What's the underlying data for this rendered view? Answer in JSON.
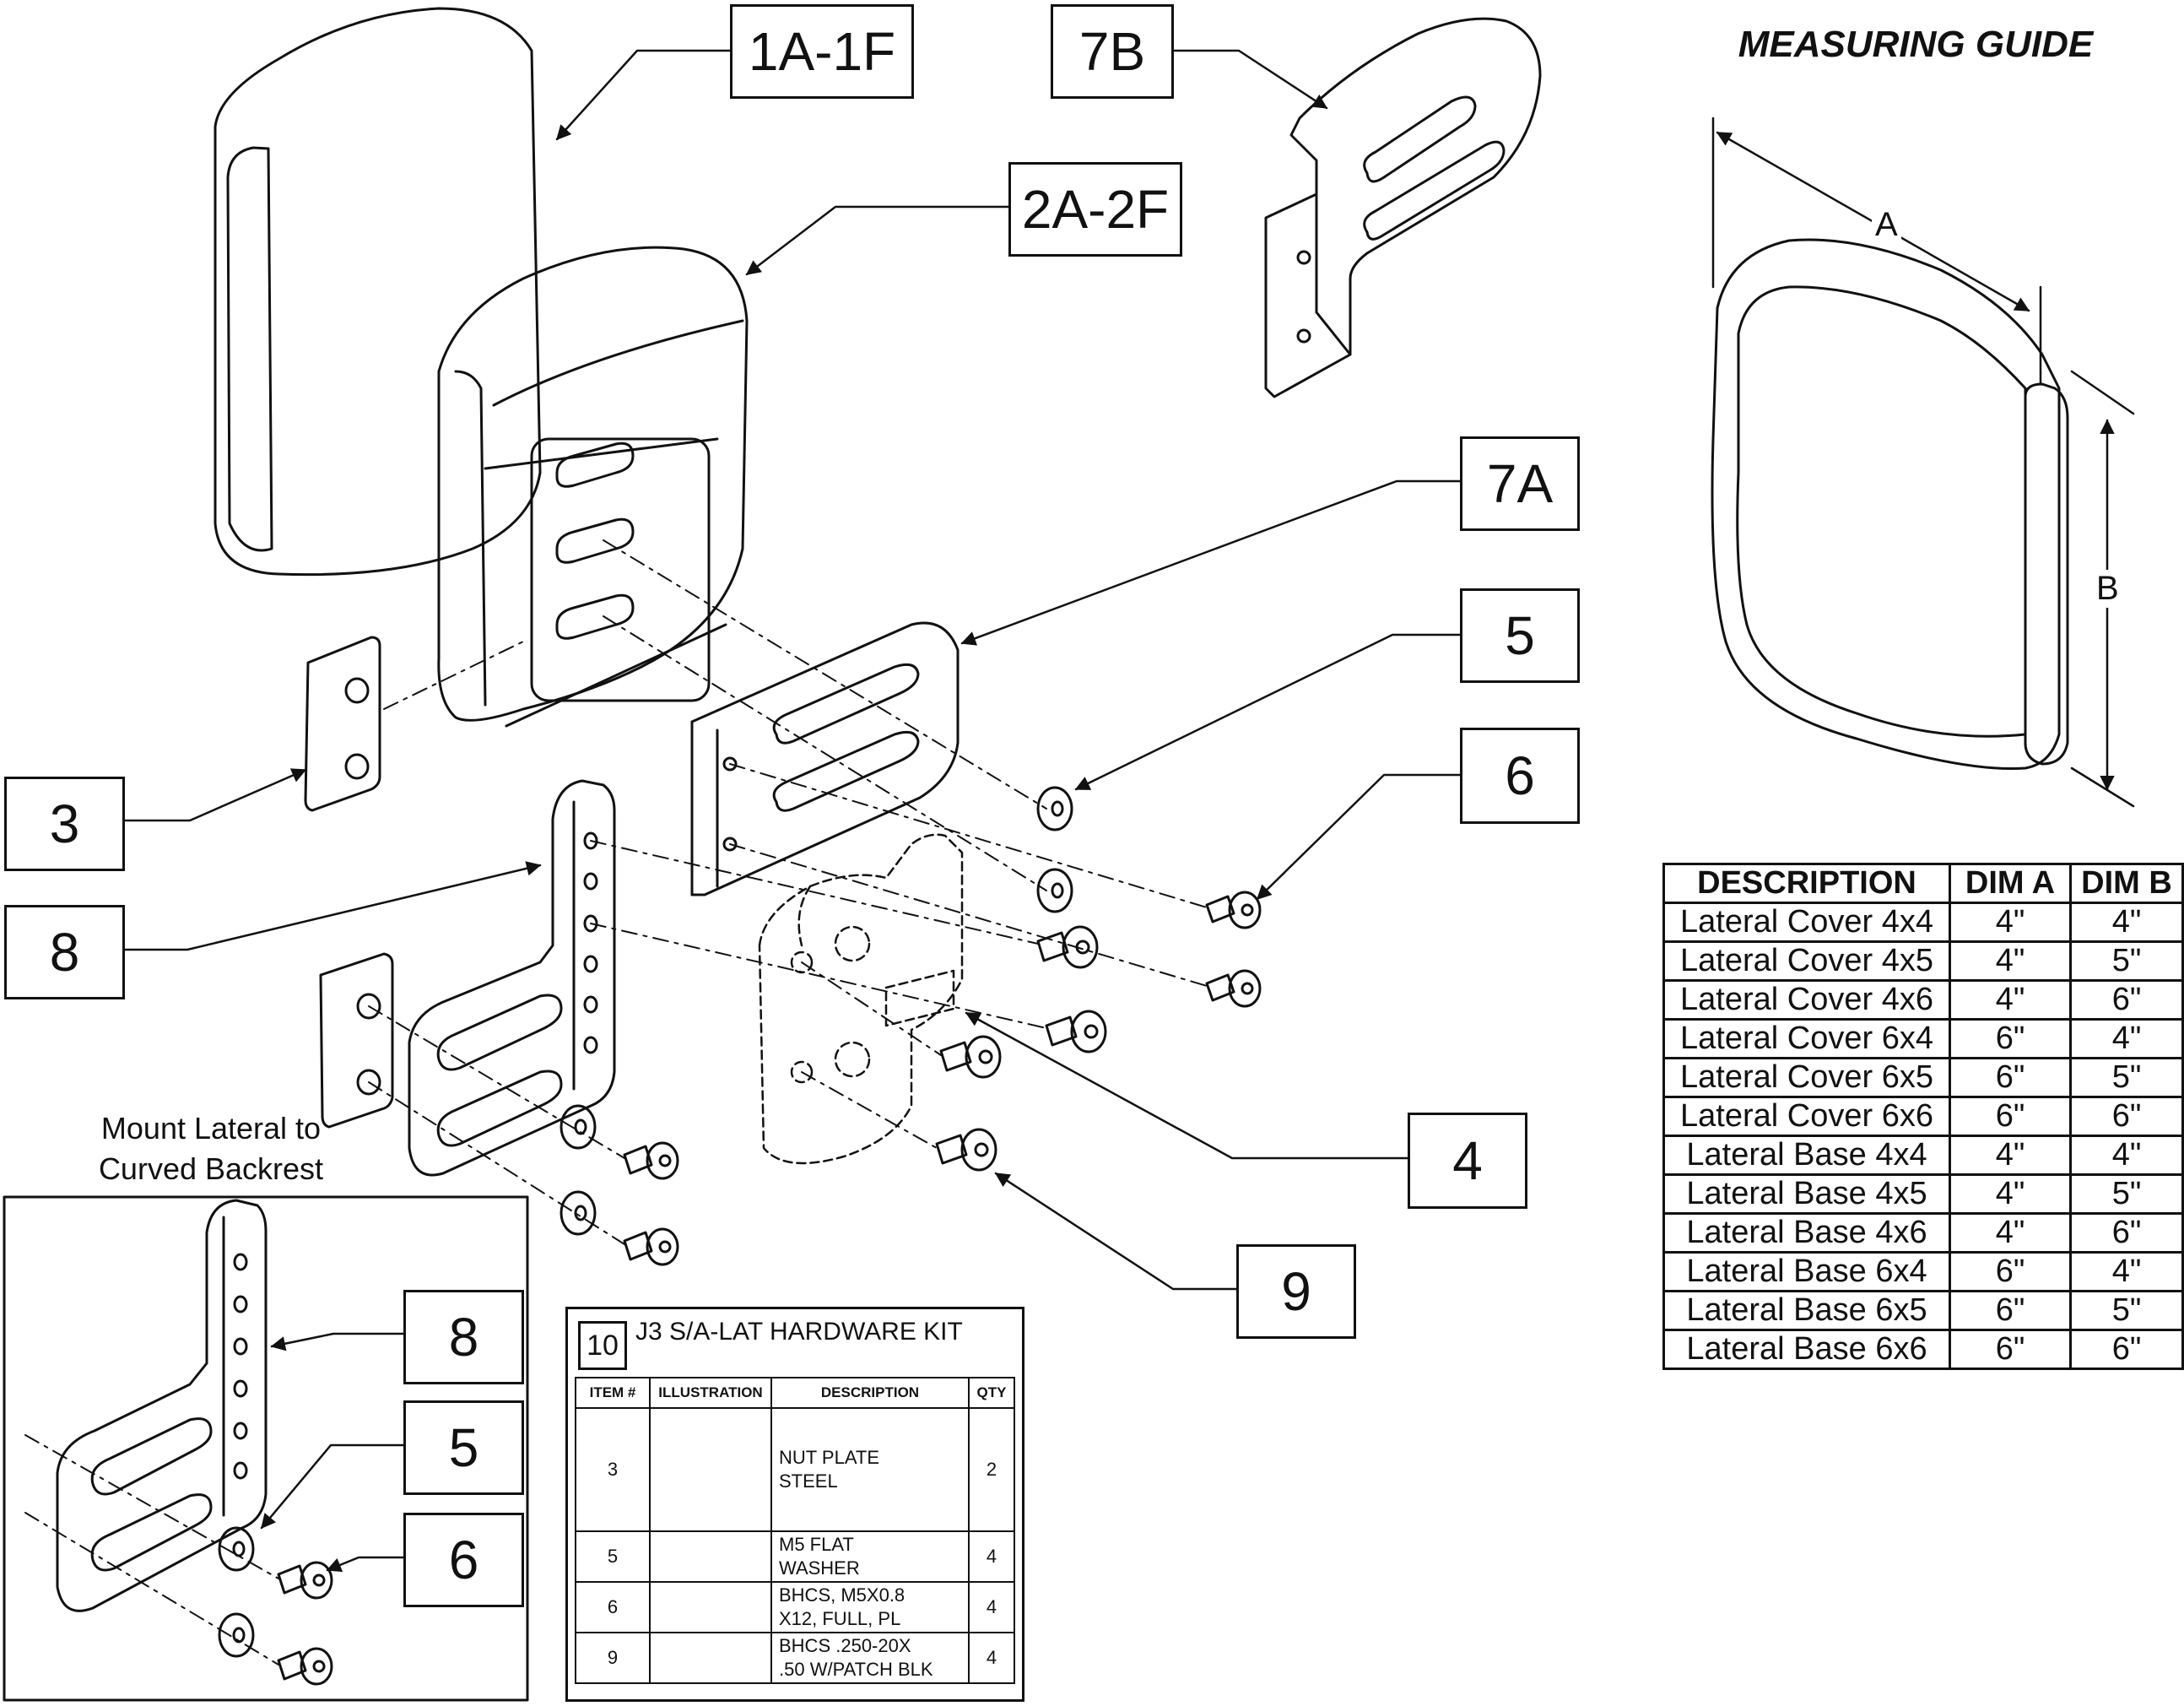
{
  "callouts": {
    "c_1a_1f": "1A-1F",
    "c_2a_2f": "2A-2F",
    "c_7b": "7B",
    "c_7a": "7A",
    "c_5": "5",
    "c_6": "6",
    "c_3": "3",
    "c_8": "8",
    "c_4": "4",
    "c_9": "9",
    "c_8_inset": "8",
    "c_5_inset": "5",
    "c_6_inset": "6"
  },
  "measuring_guide": {
    "title": "MEASURING GUIDE",
    "dim_a": "A",
    "dim_b": "B"
  },
  "mount_note": {
    "line1": "Mount Lateral to",
    "line2": "Curved Backrest"
  },
  "size_table": {
    "headers": [
      "DESCRIPTION",
      "DIM A",
      "DIM B"
    ],
    "rows": [
      [
        "Lateral Cover 4x4",
        "4\"",
        "4\""
      ],
      [
        "Lateral Cover 4x5",
        "4\"",
        "5\""
      ],
      [
        "Lateral Cover 4x6",
        "4\"",
        "6\""
      ],
      [
        "Lateral Cover 6x4",
        "6\"",
        "4\""
      ],
      [
        "Lateral Cover 6x5",
        "6\"",
        "5\""
      ],
      [
        "Lateral Cover 6x6",
        "6\"",
        "6\""
      ],
      [
        "Lateral Base 4x4",
        "4\"",
        "4\""
      ],
      [
        "Lateral Base 4x5",
        "4\"",
        "5\""
      ],
      [
        "Lateral Base 4x6",
        "4\"",
        "6\""
      ],
      [
        "Lateral Base 6x4",
        "6\"",
        "4\""
      ],
      [
        "Lateral Base 6x5",
        "6\"",
        "5\""
      ],
      [
        "Lateral Base 6x6",
        "6\"",
        "6\""
      ]
    ]
  },
  "hardware_kit": {
    "number": "10",
    "title": "J3 S/A-LAT HARDWARE KIT",
    "headers": [
      "ITEM #",
      "ILLUSTRATION",
      "DESCRIPTION",
      "QTY"
    ],
    "items": [
      {
        "item": "3",
        "desc1": "NUT PLATE",
        "desc2": "STEEL",
        "qty": "2"
      },
      {
        "item": "5",
        "desc1": "M5 FLAT",
        "desc2": "WASHER",
        "qty": "4"
      },
      {
        "item": "6",
        "desc1": "BHCS, M5X0.8",
        "desc2": "X12, FULL, PL",
        "qty": "4"
      },
      {
        "item": "9",
        "desc1": "BHCS .250-20X",
        "desc2": ".50 W/PATCH BLK",
        "qty": "4"
      }
    ]
  }
}
